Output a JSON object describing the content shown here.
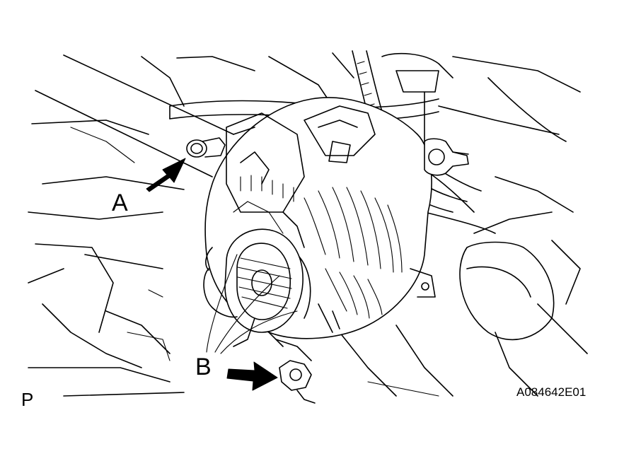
{
  "labels": {
    "a": "A",
    "b": "B",
    "p": "P",
    "figure_code": "A084642E01"
  },
  "icons": {
    "arrow_a": "arrow-icon",
    "arrow_b": "arrow-icon"
  },
  "colors": {
    "ink": "#000000",
    "paper": "#ffffff"
  }
}
